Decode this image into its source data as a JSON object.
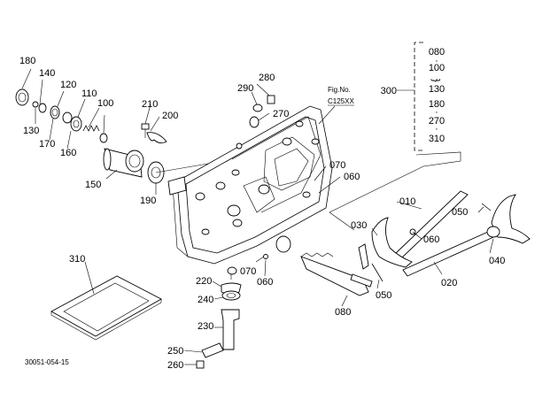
{
  "figure": {
    "ref_label": "Fig.No.",
    "ref_number": "C125XX",
    "drawing_code": "30051-054-15"
  },
  "callouts": {
    "p010": "010",
    "p020": "020",
    "p030": "030",
    "p040": "040",
    "p050a": "050",
    "p050b": "050",
    "p060a": "060",
    "p060b": "060",
    "p060c": "060",
    "p070a": "070",
    "p070b": "070",
    "p080a": "080",
    "p100": "100",
    "p110": "110",
    "p120": "120",
    "p130": "130",
    "p140": "140",
    "p150": "150",
    "p160": "160",
    "p170": "170",
    "p180": "180",
    "p190": "190",
    "p200": "200",
    "p210": "210",
    "p220": "220",
    "p230": "230",
    "p240": "240",
    "p250": "250",
    "p260": "260",
    "p270": "270",
    "p280": "280",
    "p290": "290",
    "p300": "300",
    "p310": "310"
  },
  "kit_list": {
    "items": [
      "080",
      "100",
      "130",
      "180",
      "270",
      "310"
    ],
    "separators": [
      "·",
      "·",
      "}",
      "·",
      "·"
    ]
  }
}
